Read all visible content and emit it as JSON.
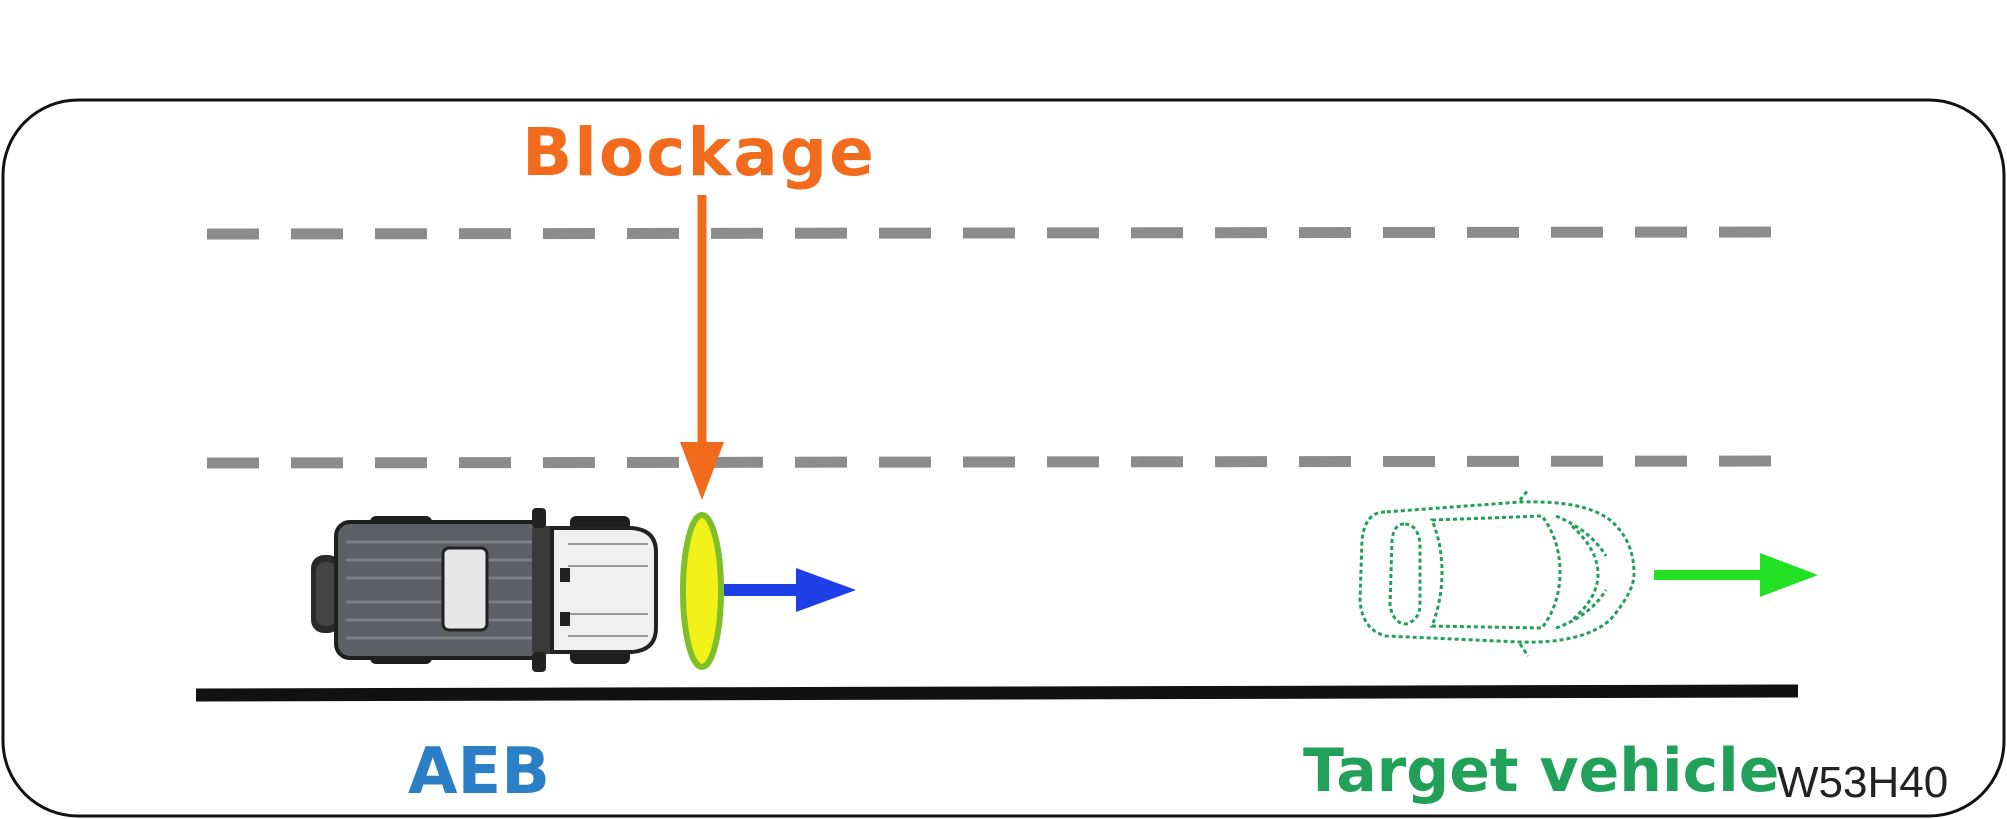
{
  "labels": {
    "blockage": "Blockage",
    "aeb": "AEB",
    "target_vehicle": "Target vehicle",
    "figure_code": "W53H40"
  },
  "colors": {
    "blockage": "#f26a1b",
    "aeb": "#2a7fc6",
    "target": "#21a05a",
    "target_arrow": "#22e022",
    "aeb_arrow": "#1e3fe6",
    "lane_dash": "#8c8c8c",
    "road_edge": "#111111",
    "sensor_fill": "#f2f21a",
    "sensor_stroke": "#7fbf2a"
  },
  "icons": {
    "ego_vehicle": "jeep-top-view-icon",
    "target_vehicle": "dotted-car-outline-icon"
  }
}
